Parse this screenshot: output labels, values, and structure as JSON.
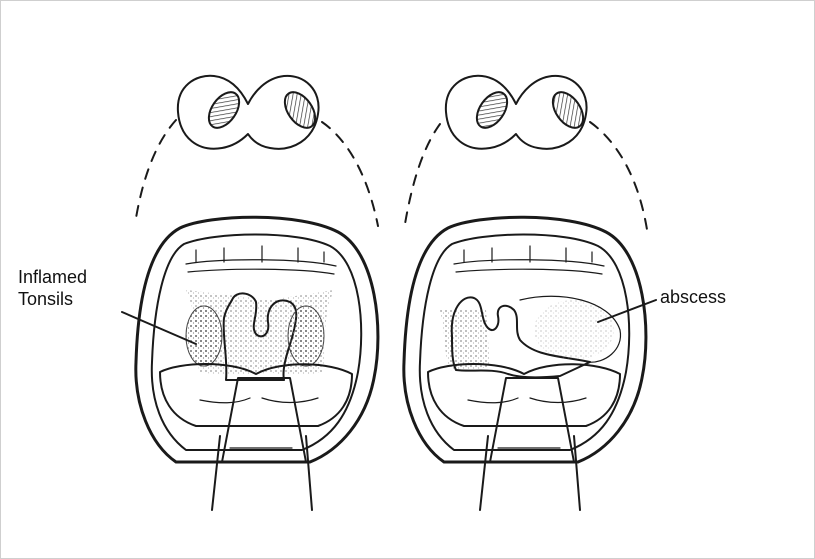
{
  "labels": {
    "inflamed_line1": "Inflamed",
    "inflamed_line2": "Tonsils",
    "abscess": "abscess"
  },
  "colors": {
    "ink": "#1a1a1a",
    "stipple": "#5a5a5a",
    "background": "#ffffff"
  }
}
